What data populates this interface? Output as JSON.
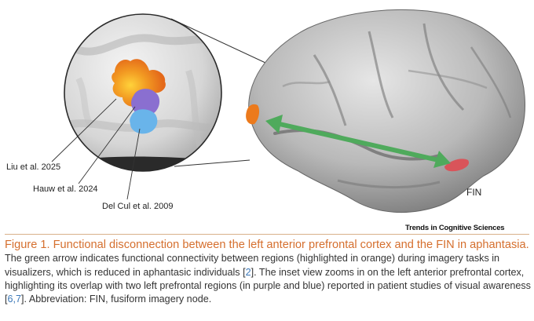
{
  "figure": {
    "inset_labels": [
      "Liu et al. 2025",
      "Hauw et al. 2024",
      "Del Cul et al. 2009"
    ],
    "fin_label": "FIN",
    "journal": "Trends in Cognitive Sciences",
    "colors": {
      "orange": "#ec7a1c",
      "purple": "#8a6fd0",
      "blue": "#69b4ea",
      "green_arrow": "#4faa5c",
      "fin_red": "#d9545a"
    }
  },
  "caption": {
    "title": "Figure 1. Functional disconnection between the left anterior prefrontal cortex and the FIN in aphantasia.",
    "part1": " The green arrow indicates functional connectivity between regions (highlighted in orange) during imagery tasks in visualizers, which is reduced in aphantasic individuals [",
    "ref1": "2",
    "part2": "]. The inset view zooms in on the left anterior prefrontal cortex, highlighting its overlap with two left prefrontal regions (in purple and blue) reported in patient studies of visual awareness [",
    "ref2": "6,7",
    "part3": "]. Abbreviation: FIN, fusiform imagery node."
  }
}
